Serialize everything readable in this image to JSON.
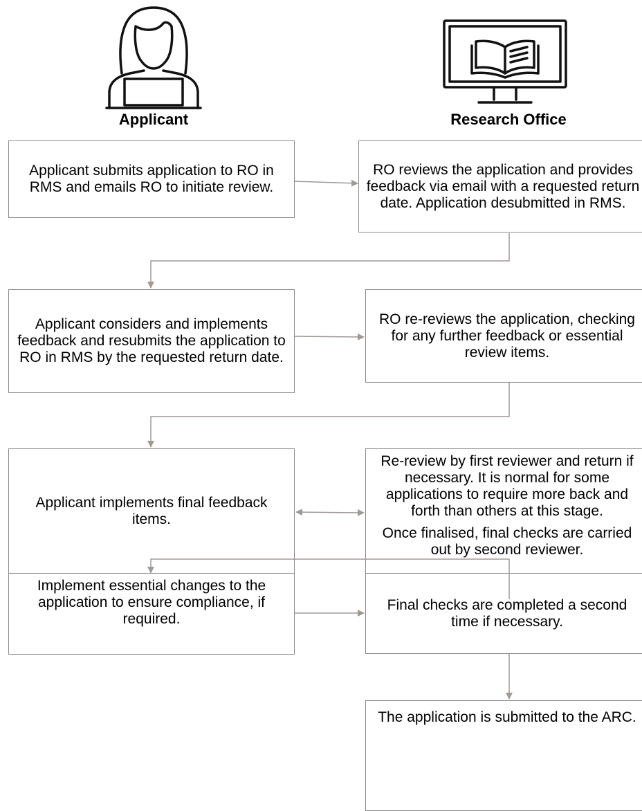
{
  "headers": {
    "applicant": "Applicant",
    "research_office": "Research Office"
  },
  "icons": {
    "applicant": "person-at-laptop-icon",
    "research_office": "monitor-with-book-icon"
  },
  "steps": {
    "s1": "Applicant submits application to RO in RMS and emails RO to initiate review.",
    "s2": "RO reviews the application and provides feedback via email with a requested return date. Application desubmitted in RMS.",
    "s3": "Applicant considers and implements feedback and resubmits the application to RO in RMS by the requested return date.",
    "s4": "RO re-reviews the application, checking for any further feedback or essential review items.",
    "s5": "Applicant implements final feedback items.",
    "s6a": "Re-review by first reviewer and return if necessary. It is normal for some applications to require more back and forth than others at this stage.",
    "s6b": "Once finalised, final checks are carried out by second reviewer.",
    "s7": "Implement essential changes to the application to ensure compliance, if required.",
    "s8": "Final checks are completed a second time if necessary.",
    "s9": "The application is submitted to the ARC."
  },
  "colors": {
    "box_border": "#8a8a8a",
    "connector": "#a09a95",
    "icon_stroke": "#111111"
  }
}
